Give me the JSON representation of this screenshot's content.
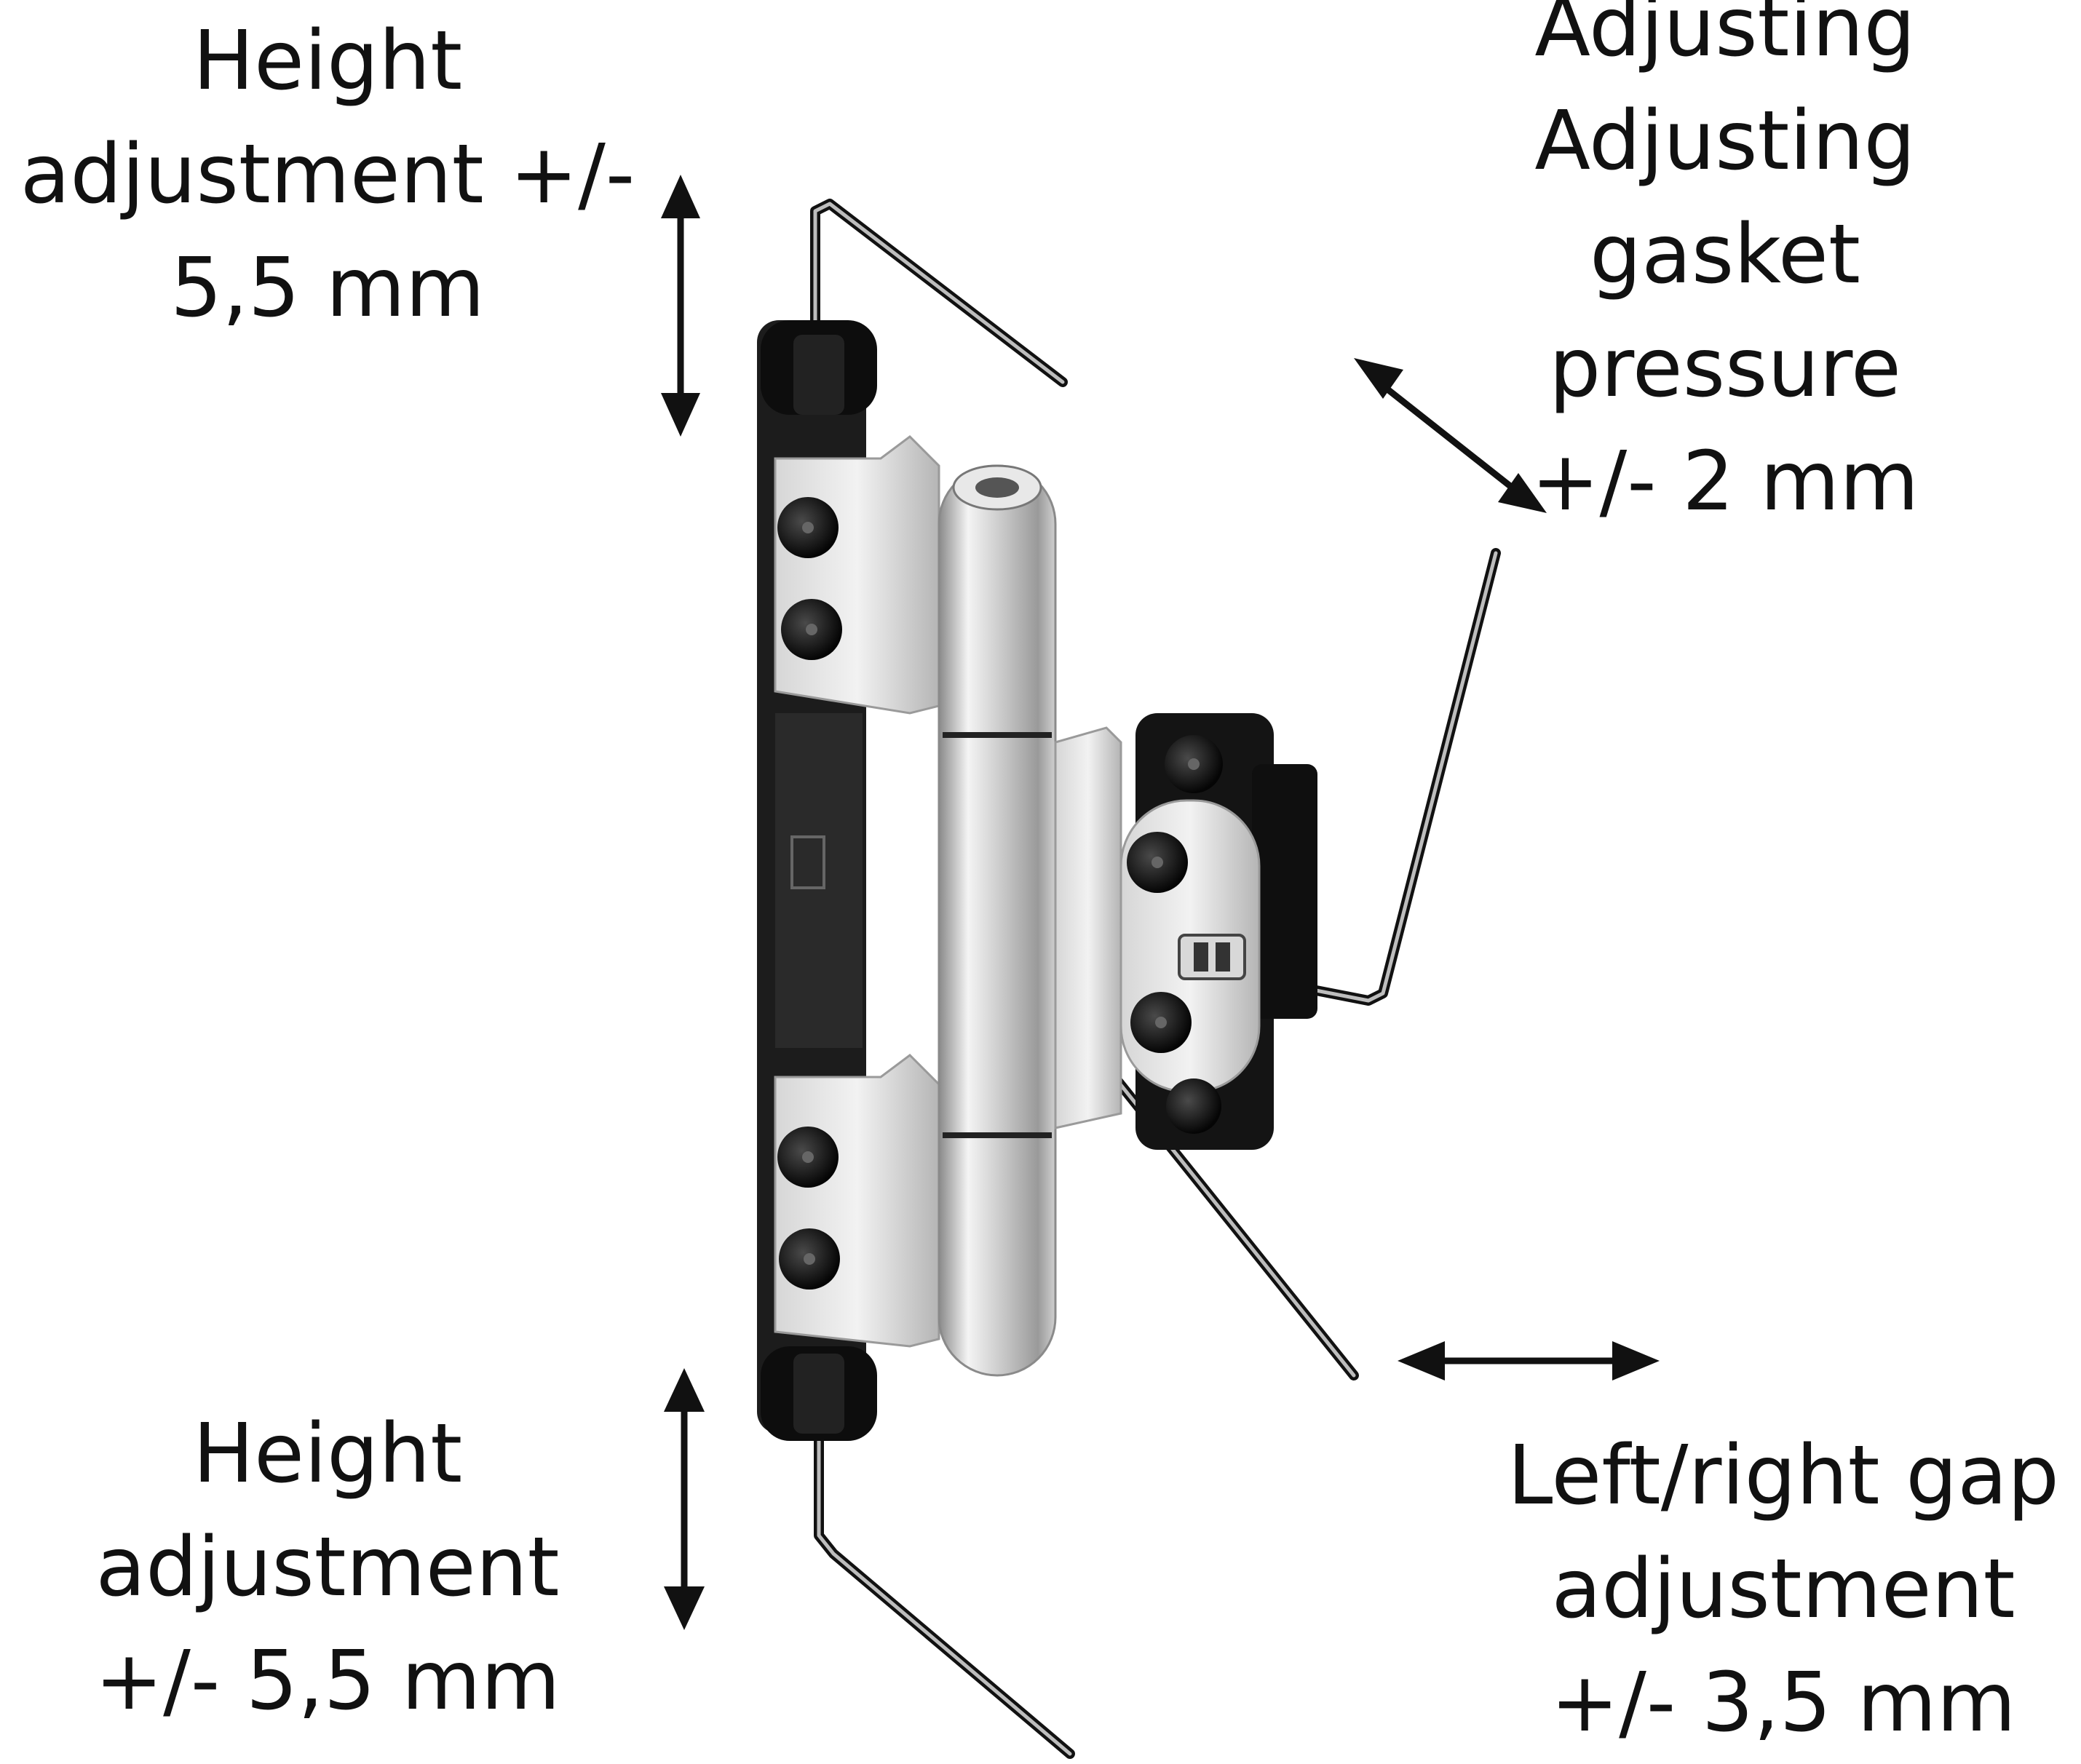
{
  "labels": {
    "height_top": [
      "Height",
      "adjustment +/-",
      "5,5 mm"
    ],
    "gasket": [
      "Adjusting",
      "Adjusting",
      "gasket",
      "pressure",
      "+/- 2 mm"
    ],
    "height_bottom": [
      "Height",
      "adjustment",
      "+/- 5,5 mm"
    ],
    "gap": [
      "Left/right gap",
      "adjustment",
      "+/- 3,5 mm"
    ]
  },
  "colors": {
    "text": "#111111",
    "arrow": "#111111",
    "frame_dark": "#1c1c1c",
    "metal_light": "#e6e6e6",
    "metal_mid": "#b9b9b9",
    "metal_dark": "#8c8c8c",
    "cap_black": "#0d0d0d"
  }
}
